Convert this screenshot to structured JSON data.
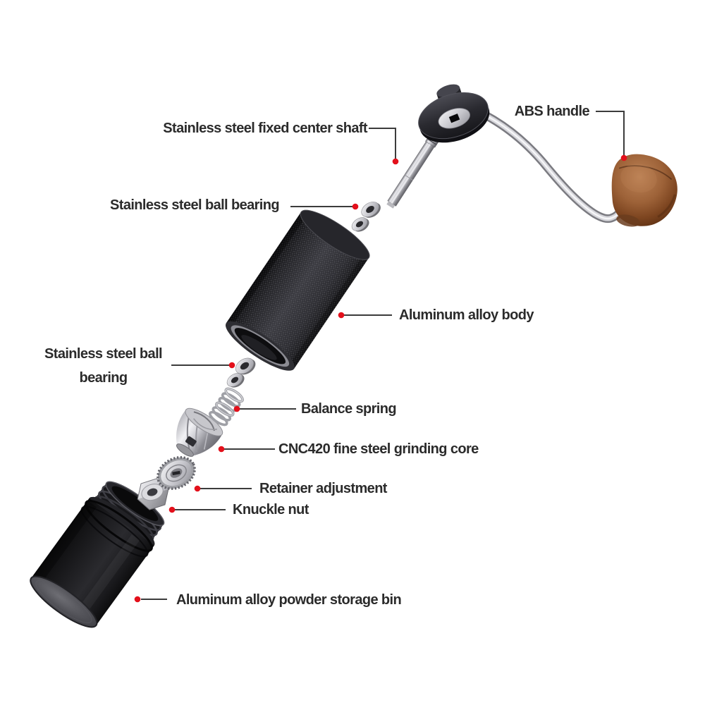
{
  "figure": {
    "labels": [
      {
        "id": "center-shaft",
        "text": "Stainless steel fixed center shaft"
      },
      {
        "id": "abs-handle",
        "text": "ABS handle"
      },
      {
        "id": "ball-bearing-top",
        "text": "Stainless steel ball bearing"
      },
      {
        "id": "aluminum-body",
        "text": "Aluminum alloy body"
      },
      {
        "id": "ball-bearing-bottom",
        "text": "Stainless steel ball\nbearing"
      },
      {
        "id": "balance-spring",
        "text": "Balance spring"
      },
      {
        "id": "grinding-core",
        "text": "CNC420 fine steel grinding core"
      },
      {
        "id": "retainer",
        "text": "Retainer adjustment"
      },
      {
        "id": "knuckle-nut",
        "text": "Knuckle nut"
      },
      {
        "id": "storage-bin",
        "text": "Aluminum alloy powder storage bin"
      }
    ],
    "colors": {
      "background": "#ffffff",
      "leader_line": "#3c3c3c",
      "marker_dot": "#e3101b",
      "label_text": "#2b2b2b",
      "body_black": "#232327",
      "knob_brown": "#9d6238",
      "steel_silver": "#c6c6cb"
    }
  }
}
